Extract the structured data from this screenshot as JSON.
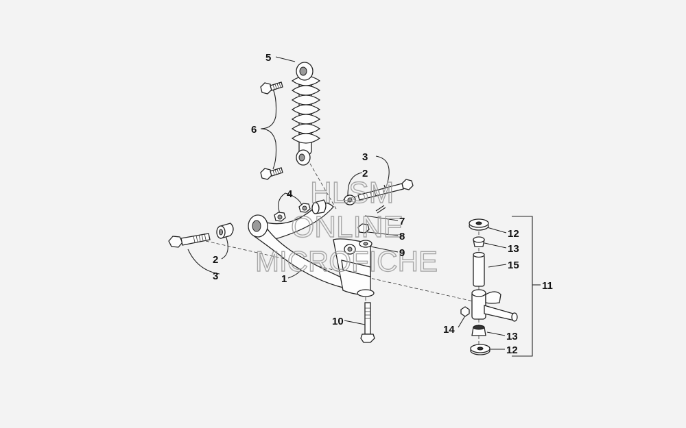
{
  "watermark": {
    "line1": "HLSM",
    "line2": "ONLINE",
    "line3": "MICROFICHE"
  },
  "callouts": [
    {
      "id": "c5",
      "text": "5"
    },
    {
      "id": "c6",
      "text": "6"
    },
    {
      "id": "c3a",
      "text": "3"
    },
    {
      "id": "c2a",
      "text": "2"
    },
    {
      "id": "c4",
      "text": "4"
    },
    {
      "id": "c7",
      "text": "7"
    },
    {
      "id": "c8",
      "text": "8"
    },
    {
      "id": "c9",
      "text": "9"
    },
    {
      "id": "c2b",
      "text": "2"
    },
    {
      "id": "c3b",
      "text": "3"
    },
    {
      "id": "c1",
      "text": "1"
    },
    {
      "id": "c10",
      "text": "10"
    },
    {
      "id": "c12a",
      "text": "12"
    },
    {
      "id": "c13a",
      "text": "13"
    },
    {
      "id": "c15",
      "text": "15"
    },
    {
      "id": "c11",
      "text": "11"
    },
    {
      "id": "c14",
      "text": "14"
    },
    {
      "id": "c13b",
      "text": "13"
    },
    {
      "id": "c12b",
      "text": "12"
    }
  ]
}
